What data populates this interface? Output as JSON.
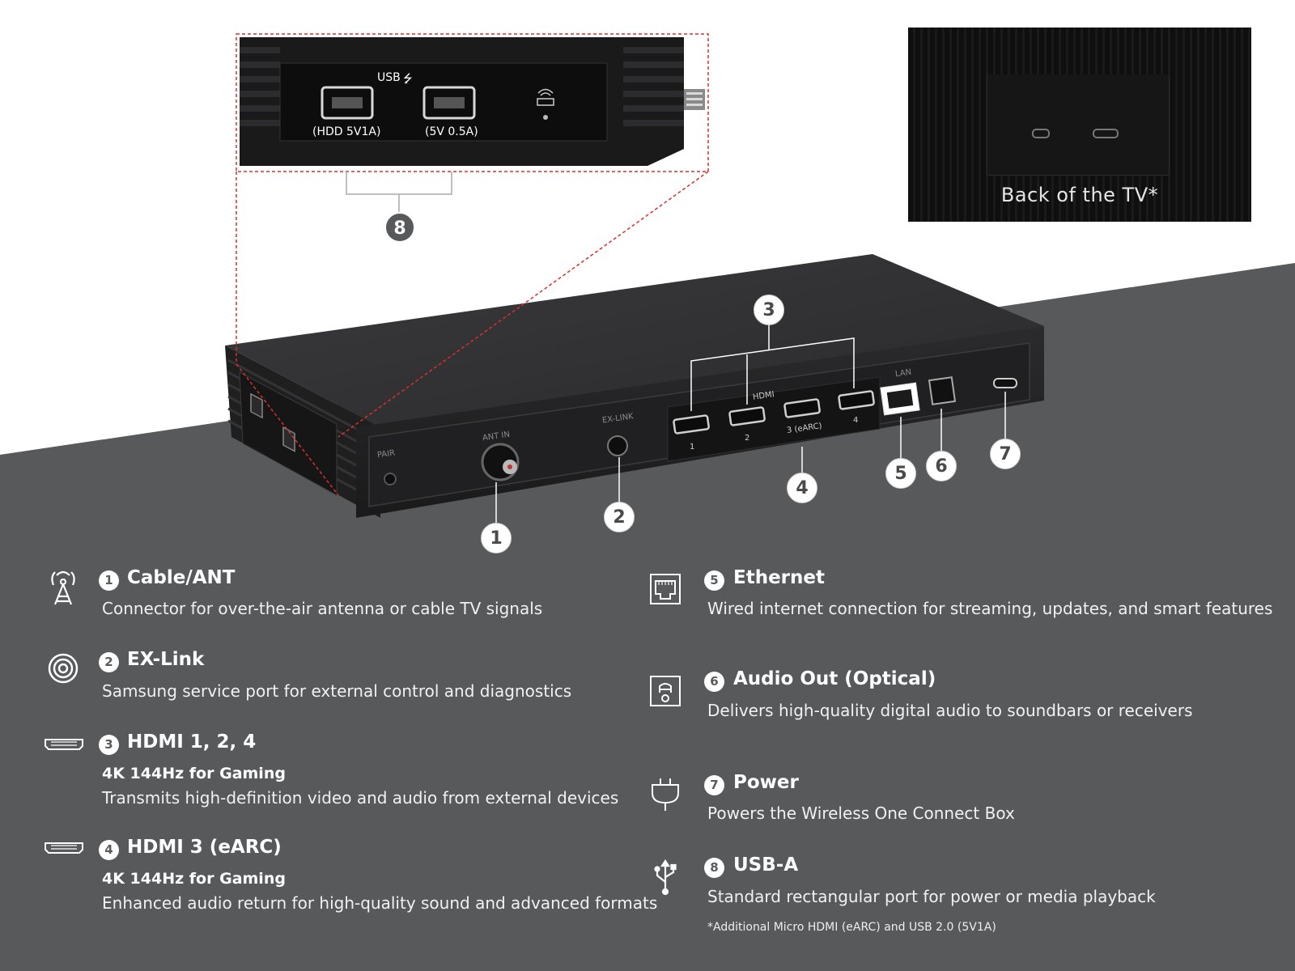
{
  "inset": {
    "caption": "Back of the TV*"
  },
  "zoom_panel": {
    "usb_label": "USB",
    "port_left_label": "(HDD 5V1A)",
    "port_right_label": "(5V 0.5A)"
  },
  "device_labels": {
    "pair": "PAIR",
    "ant_in": "ANT IN",
    "ex_link": "EX-LINK",
    "hdmi": "HDMI",
    "hdmi_1": "1",
    "hdmi_2": "2",
    "hdmi_3": "3 (eARC)",
    "hdmi_4": "4",
    "lan": "LAN"
  },
  "callouts": [
    "1",
    "2",
    "3",
    "4",
    "5",
    "6",
    "7",
    "8"
  ],
  "items": [
    {
      "num": "1",
      "title": "Cable/ANT",
      "subtitle": "",
      "desc": "Connector for over-the-air antenna or cable TV signals",
      "icon": "antenna-icon"
    },
    {
      "num": "2",
      "title": "EX-Link",
      "subtitle": "",
      "desc": "Samsung service port for external control and diagnostics",
      "icon": "ex-link-icon"
    },
    {
      "num": "3",
      "title": "HDMI 1, 2, 4",
      "subtitle": "4K 144Hz for Gaming",
      "desc": "Transmits high-definition video and audio from external devices",
      "icon": "hdmi-icon"
    },
    {
      "num": "4",
      "title": "HDMI 3 (eARC)",
      "subtitle": "4K 144Hz for Gaming",
      "desc": "Enhanced audio return for high-quality sound and advanced formats",
      "icon": "hdmi-icon"
    },
    {
      "num": "5",
      "title": "Ethernet",
      "subtitle": "",
      "desc": "Wired internet connection for streaming, updates, and smart features",
      "icon": "ethernet-icon"
    },
    {
      "num": "6",
      "title": "Audio Out (Optical)",
      "subtitle": "",
      "desc": "Delivers high-quality digital audio to soundbars or receivers",
      "icon": "optical-icon"
    },
    {
      "num": "7",
      "title": "Power",
      "subtitle": "",
      "desc": "Powers the Wireless One Connect Box",
      "icon": "power-plug-icon"
    },
    {
      "num": "8",
      "title": "USB-A",
      "subtitle": "",
      "desc": "Standard rectangular port for power or media playback",
      "icon": "usb-icon"
    }
  ],
  "footnote": "*Additional Micro HDMI (eARC) and USB 2.0 (5V1A)",
  "colors": {
    "background_dark": "#58595b",
    "zoom_border": "#d9302c",
    "text": "#ffffff"
  }
}
